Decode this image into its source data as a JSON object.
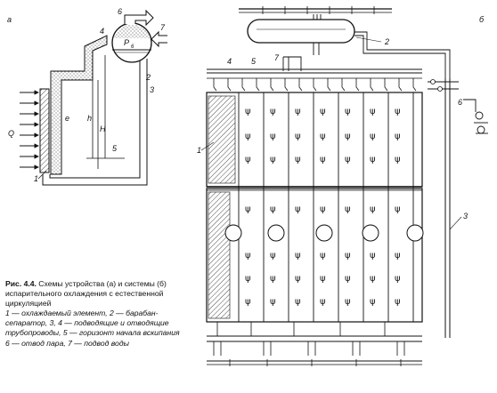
{
  "diagram_a": {
    "panel_label": "а",
    "labels": {
      "n1": "1",
      "n2": "2",
      "n3": "3",
      "n4": "4",
      "n5": "5",
      "n6": "6",
      "n7": "7",
      "q": "Q",
      "h_small": "h",
      "h_big": "H",
      "p": "P",
      "p_sub": "6",
      "e": "е"
    }
  },
  "diagram_b": {
    "panel_label": "б",
    "labels": {
      "n1": "1",
      "n2": "2",
      "n3": "3",
      "n4": "4",
      "n5": "5",
      "n6": "6",
      "n7": "7"
    }
  },
  "caption": {
    "fig_label": "Рис. 4.4.",
    "title_text": " Схемы устройства (а) и системы (б) испарительного охлаждения с естественной циркуляцией",
    "legend": "1 — охлаждаемый элемент, 2 — барабан-сепаратор, 3, 4 — подводящие и отводящие трубопроводы, 5 — горизонт начала вскипания 6 — отвод пара, 7 — подвод воды"
  }
}
